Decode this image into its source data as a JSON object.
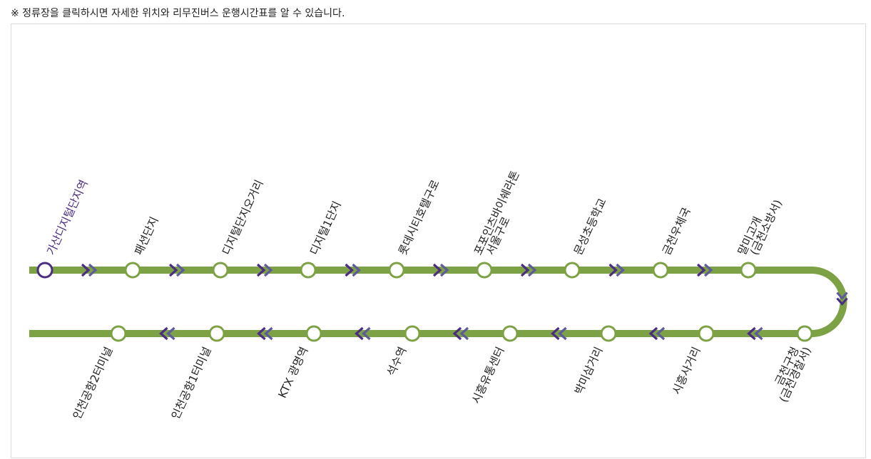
{
  "notice": "※ 정류장을 클릭하시면 자세한 위치와 리무진버스 운행시간표를 알 수 있습니다.",
  "colors": {
    "route_line": "#7da245",
    "arrow_primary": "#4b2d84",
    "arrow_secondary": "#5f5a9c",
    "current_stop": "#4b2d84"
  },
  "top_stops": [
    {
      "lines": [
        "가산디지털단지역"
      ],
      "current": true
    },
    {
      "lines": [
        "패션단지"
      ]
    },
    {
      "lines": [
        "디지털단지오거리"
      ]
    },
    {
      "lines": [
        "디지털1단지"
      ]
    },
    {
      "lines": [
        "롯데시티호텔구로"
      ]
    },
    {
      "lines": [
        "포포인츠바이쉐라톤",
        "서울구로"
      ]
    },
    {
      "lines": [
        "문성초등학교"
      ]
    },
    {
      "lines": [
        "금천우체국"
      ]
    },
    {
      "lines": [
        "말미고개",
        "(금천소방서)"
      ]
    }
  ],
  "bottom_stops": [
    {
      "lines": [
        "금천구청",
        "(금천경찰서)"
      ]
    },
    {
      "lines": [
        "시흥사거리"
      ]
    },
    {
      "lines": [
        "박미삼거리"
      ]
    },
    {
      "lines": [
        "시흥유통센터"
      ]
    },
    {
      "lines": [
        "석수역"
      ]
    },
    {
      "lines": [
        "KTX 광명역"
      ]
    },
    {
      "lines": [
        "인천공항1터미널"
      ]
    },
    {
      "lines": [
        "인천공항2터미널"
      ]
    }
  ]
}
